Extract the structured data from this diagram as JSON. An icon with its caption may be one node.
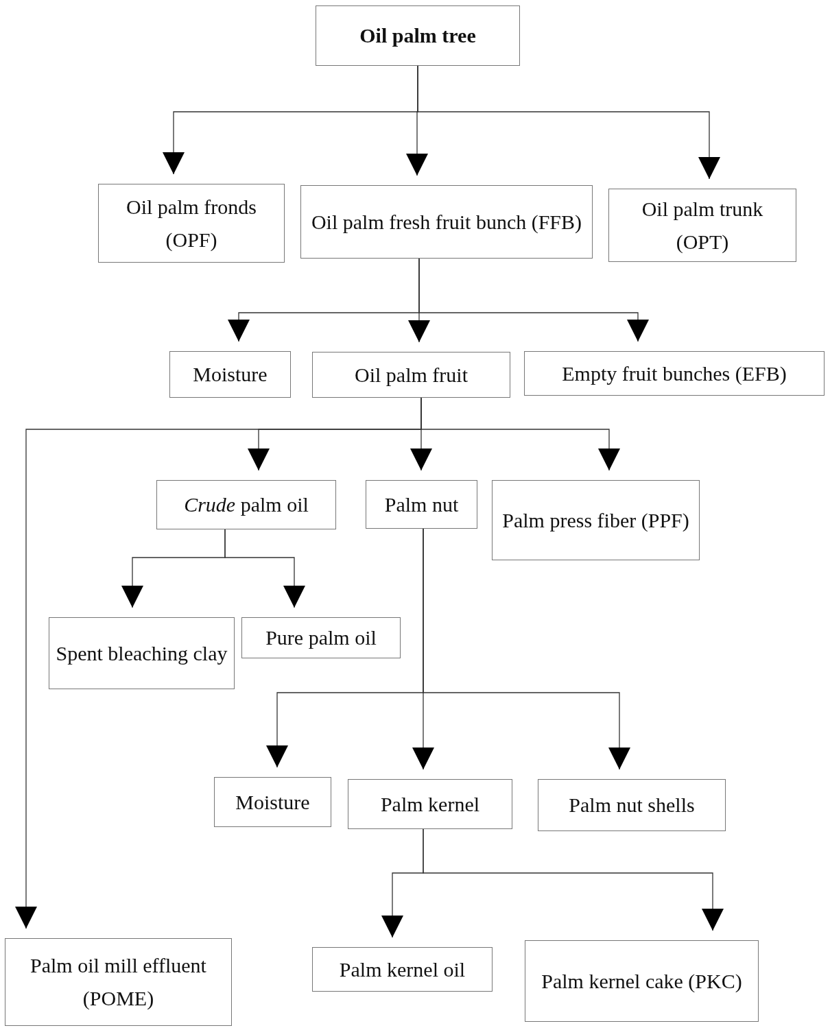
{
  "diagram": {
    "nodes": [
      {
        "text": [
          "Oil palm tree"
        ]
      },
      {
        "text": [
          "Oil palm fronds (OPF)"
        ]
      },
      {
        "text": [
          "Oil palm fresh fruit bunch (FFB)"
        ]
      },
      {
        "text": [
          "Oil palm trunk (OPT)"
        ]
      },
      {
        "text": [
          "Moisture"
        ]
      },
      {
        "text": [
          "Oil palm fruit"
        ]
      },
      {
        "text": [
          "Empty fruit bunches (EFB)"
        ]
      },
      {
        "text": [
          "*Crude* palm oil"
        ]
      },
      {
        "text": [
          "Palm nut"
        ]
      },
      {
        "text": [
          "Palm press fiber (PPF)"
        ]
      },
      {
        "text": [
          "Spent bleaching clay"
        ]
      },
      {
        "text": [
          "Pure palm oil"
        ]
      },
      {
        "text": [
          "Moisture"
        ]
      },
      {
        "text": [
          "Palm kernel"
        ]
      },
      {
        "text": [
          "Palm nut shells"
        ]
      },
      {
        "text": [
          "Palm oil mill effluent (POME)"
        ]
      },
      {
        "text": [
          "Palm kernel oil"
        ]
      },
      {
        "text": [
          "Palm kernel cake (PKC)"
        ]
      }
    ],
    "edges": [
      {
        "from": 0,
        "to": 1,
        "arrow": "to"
      },
      {
        "from": 0,
        "to": 2,
        "arrow": "to"
      },
      {
        "from": 0,
        "to": 3,
        "arrow": "to"
      },
      {
        "from": 2,
        "to": 4,
        "arrow": "to"
      },
      {
        "from": 2,
        "to": 5,
        "arrow": "to"
      },
      {
        "from": 2,
        "to": 6,
        "arrow": "to"
      },
      {
        "from": 5,
        "to": 15,
        "arrow": "to"
      },
      {
        "from": 5,
        "to": 7,
        "arrow": "to"
      },
      {
        "from": 5,
        "to": 8,
        "arrow": "to"
      },
      {
        "from": 5,
        "to": 9,
        "arrow": "to"
      },
      {
        "from": 7,
        "to": 10,
        "arrow": "to"
      },
      {
        "from": 7,
        "to": 11,
        "arrow": "to"
      },
      {
        "from": 8,
        "to": 12,
        "arrow": "to"
      },
      {
        "from": 8,
        "to": 13,
        "arrow": "to"
      },
      {
        "from": 8,
        "to": 14,
        "arrow": "to"
      },
      {
        "from": 13,
        "to": 16,
        "arrow": "to"
      },
      {
        "from": 13,
        "to": 17,
        "arrow": "to"
      }
    ]
  }
}
